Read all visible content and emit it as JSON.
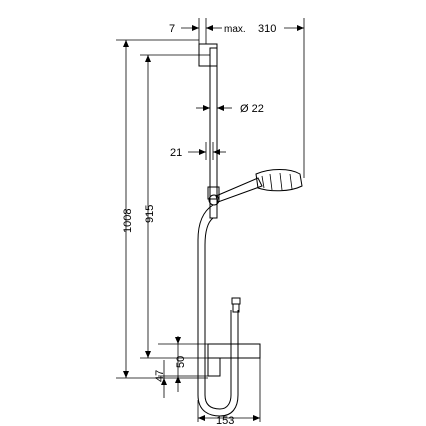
{
  "dimensions": {
    "top_offset": "7",
    "max_label": "max.",
    "max_reach": "310",
    "rail_diameter": "Ø 22",
    "rail_wall_offset": "21",
    "total_height": "1008",
    "rail_height": "915",
    "holder_offset_47": "47",
    "holder_offset_50": "50",
    "soap_dish_width": "153"
  }
}
